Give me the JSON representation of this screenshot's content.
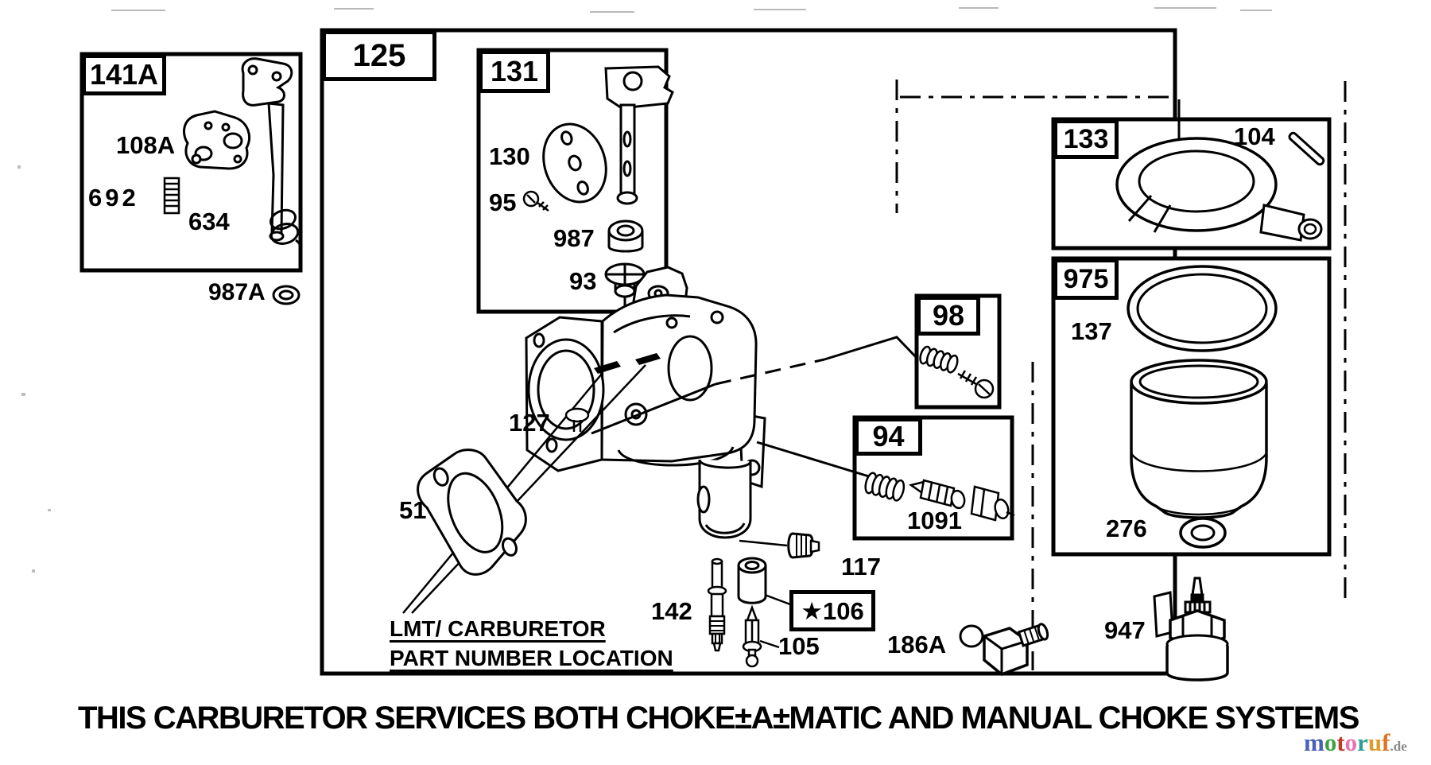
{
  "footer": "THIS CARBURETOR SERVICES BOTH CHOKE±A±MATIC AND MANUAL CHOKE SYSTEMS",
  "note": {
    "line1": "LMT/ CARBURETOR",
    "line2": "PART NUMBER LOCATION"
  },
  "boxes": {
    "b141a": "141A",
    "b125": "125",
    "b131": "131",
    "b98": "98",
    "b94": "94",
    "b133": "133",
    "b975": "975",
    "b106": "★106"
  },
  "parts": {
    "p108a": "108A",
    "p692": "692",
    "p634": "634",
    "p987a": "987A",
    "p130": "130",
    "p95": "95",
    "p987": "987",
    "p93": "93",
    "p127": "127",
    "p51": "51",
    "p1091": "1091",
    "p104": "104",
    "p137": "137",
    "p276": "276",
    "p947": "947",
    "p117": "117",
    "p142": "142",
    "p105": "105",
    "p186a": "186A"
  },
  "watermark": {
    "letters": [
      {
        "ch": "m",
        "color": "#4a5fb8"
      },
      {
        "ch": "o",
        "color": "#3ba244"
      },
      {
        "ch": "t",
        "color": "#bf3a2b"
      },
      {
        "ch": "o",
        "color": "#e873b0"
      },
      {
        "ch": "r",
        "color": "#2f9f96"
      },
      {
        "ch": "u",
        "color": "#dd9c2e"
      },
      {
        "ch": "f",
        "color": "#e07427"
      }
    ],
    "suffix": ".de"
  },
  "colors": {
    "line": "#000000",
    "background": "#ffffff",
    "watermark_suffix": "#8a8a8a"
  }
}
